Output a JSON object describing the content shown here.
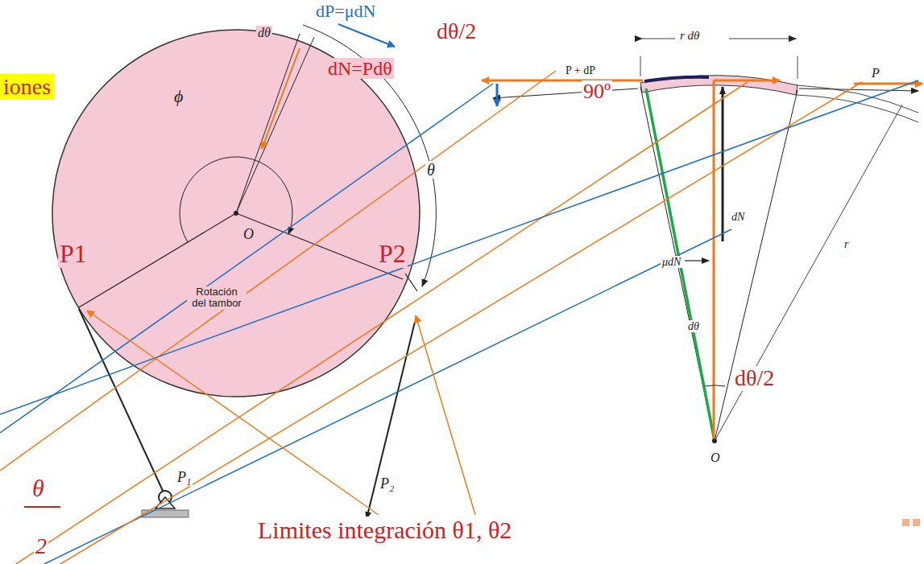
{
  "diagram": {
    "nodes": [
      {
        "text": [
          "iones"
        ]
      }
    ],
    "labels": [
      "dP=μdN",
      "dθ",
      "dN=Pdθ",
      "ϕ",
      "θ",
      "O",
      "P1",
      "P2",
      "Rotación del tambor",
      "P₁",
      "P₂",
      "r dθ",
      "P + dP",
      "P",
      "dN",
      "μdN",
      "dθ",
      "r",
      "O",
      "dθ/2",
      "90º",
      "dθ/2",
      "θ",
      "2",
      "Limites integración θ1, θ2"
    ]
  }
}
